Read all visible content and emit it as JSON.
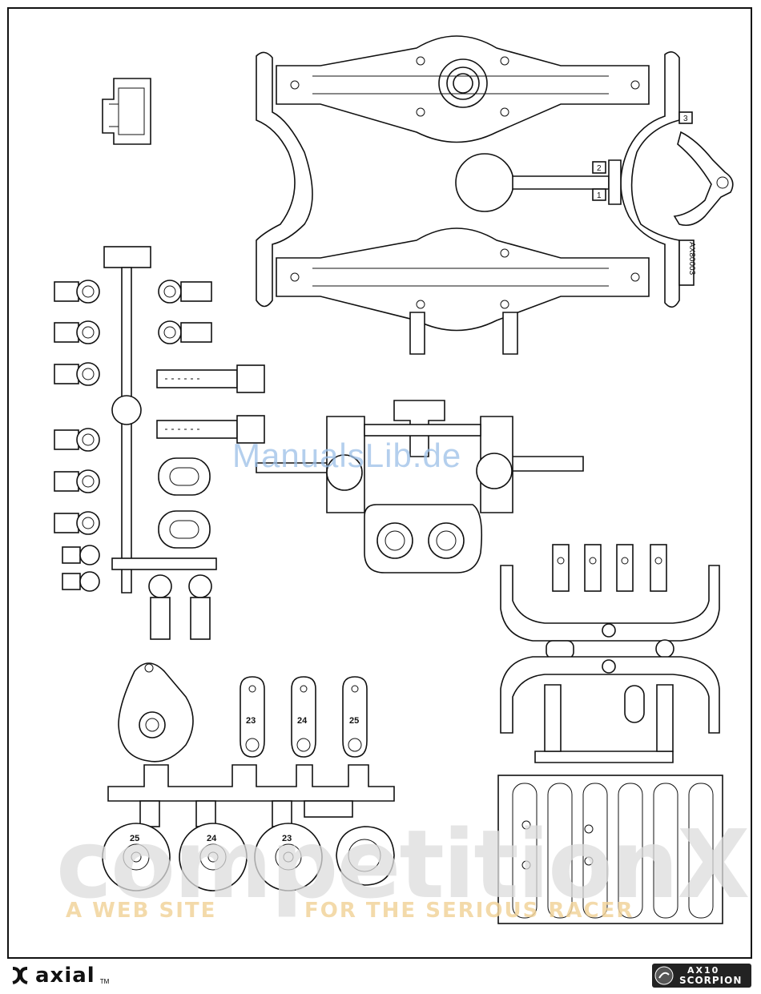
{
  "sprue_labels": {
    "tree_code": "AX80003",
    "gate_1": "1",
    "gate_2": "2",
    "gate_3": "3"
  },
  "servo_horns": {
    "horn_a": "23",
    "horn_b": "24",
    "horn_c": "25"
  },
  "servo_saver_caps": {
    "cap_a": "25",
    "cap_b": "24",
    "cap_c": "23"
  },
  "watermarks": {
    "manualslib": "ManualsLib.de",
    "competitionx": "competitionX",
    "tagline_left": "A WEB SITE",
    "tagline_right": "FOR THE SERIOUS RACER"
  },
  "footer": {
    "brand": "axial",
    "brand_tm": "TM",
    "product_line": "AX10",
    "product_name": "SCORPION"
  },
  "colors": {
    "line": "#111111",
    "watermark_blue": "#9cc0e8",
    "watermark_gray": "#dddddd",
    "watermark_orange": "#f2d49c"
  }
}
